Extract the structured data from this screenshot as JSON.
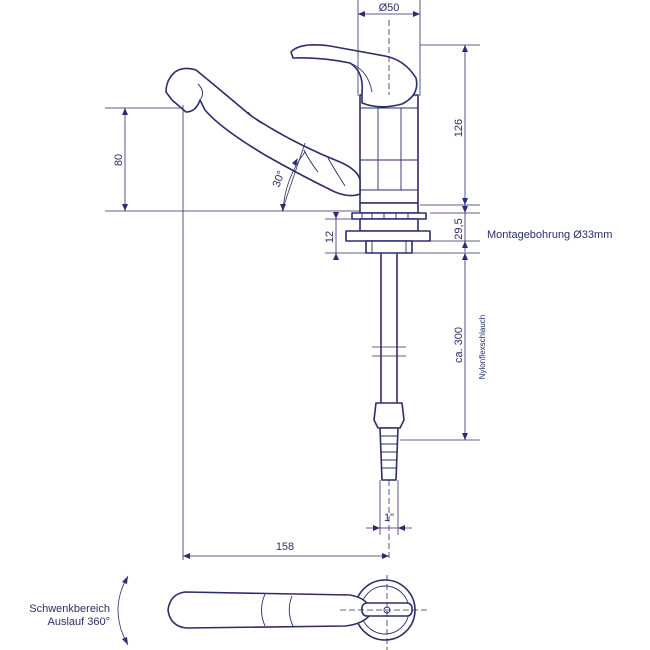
{
  "labels": {
    "diameter_top": "Ø50",
    "height_126": "126",
    "height_80": "80",
    "angle_30": "30°",
    "dim_12": "12",
    "dim_29_5": "29,5",
    "mounting_hole": "Montagebohrung Ø33mm",
    "hose_length": "ca. 300",
    "hose_type": "Nylonflexschlauch",
    "thread": "1\"",
    "length_158": "158",
    "swivel_line1": "Schwenkbereich",
    "swivel_line2": "Auslauf 360°"
  },
  "colors": {
    "line": "#2a2e6e",
    "background": "#ffffff"
  }
}
